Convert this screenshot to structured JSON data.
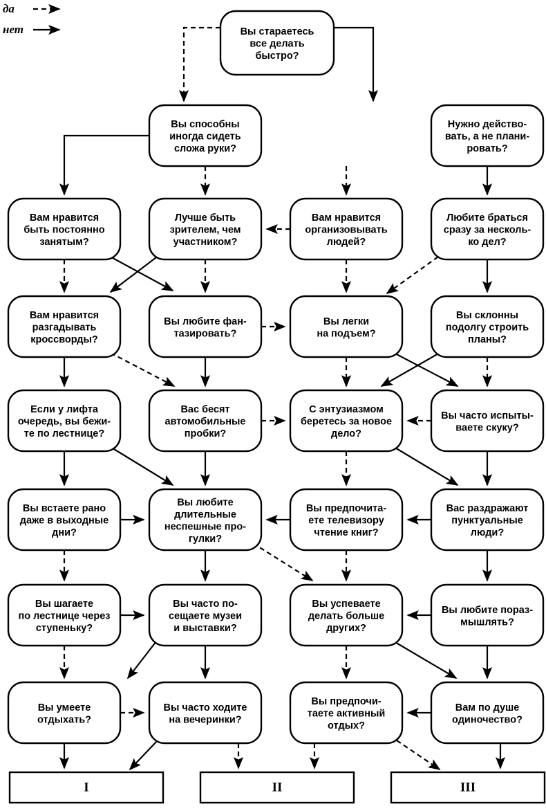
{
  "legend": {
    "yes": {
      "label": "да",
      "style": "dashed-arrow"
    },
    "no": {
      "label": "нет",
      "style": "solid-arrow"
    }
  },
  "chart_data": {
    "type": "diagram",
    "subtype": "flowchart-decision-tree",
    "title": "",
    "legend": [
      {
        "key": "yes",
        "label": "да",
        "line": "dashed"
      },
      {
        "key": "no",
        "label": "нет",
        "line": "solid"
      }
    ],
    "nodes": [
      {
        "id": "n0",
        "row": 1,
        "col": 2,
        "lines": [
          "Вы стараетесь",
          "все делать",
          "быстро?"
        ]
      },
      {
        "id": "n1",
        "row": 2,
        "col": 1,
        "lines": [
          "Вы способны",
          "иногда сидеть",
          "сложа руки?"
        ]
      },
      {
        "id": "n2",
        "row": 2,
        "col": 3,
        "lines": [
          "Нужно действо-",
          "вать, а не плани-",
          "ровать?"
        ]
      },
      {
        "id": "n3",
        "row": 3,
        "col": 0,
        "lines": [
          "Вам нравится",
          "быть постоянно",
          "занятым?"
        ]
      },
      {
        "id": "n4",
        "row": 3,
        "col": 1,
        "lines": [
          "Лучше быть",
          "зрителем, чем",
          "участником?"
        ]
      },
      {
        "id": "n5",
        "row": 3,
        "col": 2,
        "lines": [
          "Вам нравится",
          "организовывать",
          "людей?"
        ]
      },
      {
        "id": "n6",
        "row": 3,
        "col": 3,
        "lines": [
          "Любите браться",
          "сразу за несколь-",
          "ко дел?"
        ]
      },
      {
        "id": "n7",
        "row": 4,
        "col": 0,
        "lines": [
          "Вам нравится",
          "разгадывать",
          "кроссворды?"
        ]
      },
      {
        "id": "n8",
        "row": 4,
        "col": 1,
        "lines": [
          "Вы любите фан-",
          "тазировать?"
        ]
      },
      {
        "id": "n9",
        "row": 4,
        "col": 2,
        "lines": [
          "Вы легки",
          "на подъем?"
        ]
      },
      {
        "id": "n10",
        "row": 4,
        "col": 3,
        "lines": [
          "Вы склонны",
          "подолгу строить",
          "планы?"
        ]
      },
      {
        "id": "n11",
        "row": 5,
        "col": 0,
        "lines": [
          "Если у лифта",
          "очередь, вы бежи-",
          "те по лестнице?"
        ]
      },
      {
        "id": "n12",
        "row": 5,
        "col": 1,
        "lines": [
          "Вас бесят",
          "автомобильные",
          "пробки?"
        ]
      },
      {
        "id": "n13",
        "row": 5,
        "col": 2,
        "lines": [
          "С энтузиазмом",
          "беретесь за новое",
          "дело?"
        ]
      },
      {
        "id": "n14",
        "row": 5,
        "col": 3,
        "lines": [
          "Вы часто испыты-",
          "ваете скуку?"
        ]
      },
      {
        "id": "n15",
        "row": 6,
        "col": 0,
        "lines": [
          "Вы встаете рано",
          "даже в выходные",
          "дни?"
        ]
      },
      {
        "id": "n16",
        "row": 6,
        "col": 1,
        "lines": [
          "Вы любите",
          "длительные",
          "неспешные про-",
          "гулки?"
        ]
      },
      {
        "id": "n17",
        "row": 6,
        "col": 2,
        "lines": [
          "Вы предпочита-",
          "ете телевизору",
          "чтение книг?"
        ]
      },
      {
        "id": "n18",
        "row": 6,
        "col": 3,
        "lines": [
          "Вас раздражают",
          "пунктуальные",
          "люди?"
        ]
      },
      {
        "id": "n19",
        "row": 7,
        "col": 0,
        "lines": [
          "Вы шагаете",
          "по лестнице через",
          "ступеньку?"
        ]
      },
      {
        "id": "n20",
        "row": 7,
        "col": 1,
        "lines": [
          "Вы часто по-",
          "сещаете музеи",
          "и выставки?"
        ]
      },
      {
        "id": "n21",
        "row": 7,
        "col": 2,
        "lines": [
          "Вы успеваете",
          "делать больше",
          "других?"
        ]
      },
      {
        "id": "n22",
        "row": 7,
        "col": 3,
        "lines": [
          "Вы любите пораз-",
          "мышлять?"
        ]
      },
      {
        "id": "n23",
        "row": 8,
        "col": 0,
        "lines": [
          "Вы умеете",
          "отдыхать?"
        ]
      },
      {
        "id": "n24",
        "row": 8,
        "col": 1,
        "lines": [
          "Вы часто ходите",
          "на вечеринки?"
        ]
      },
      {
        "id": "n25",
        "row": 8,
        "col": 2,
        "lines": [
          "Вы предпочи-",
          "таете активный",
          "отдых?"
        ]
      },
      {
        "id": "n26",
        "row": 8,
        "col": 3,
        "lines": [
          "Вам по душе",
          "одиночество?"
        ]
      }
    ],
    "results": [
      {
        "id": "r1",
        "label": "I"
      },
      {
        "id": "r2",
        "label": "II"
      },
      {
        "id": "r3",
        "label": "III"
      }
    ],
    "edges": [
      {
        "from": "n0",
        "to": "n1",
        "type": "yes"
      },
      {
        "from": "n0",
        "to": "n2",
        "type": "no"
      },
      {
        "from": "n1",
        "to": "n3",
        "type": "no"
      },
      {
        "from": "n1",
        "to": "n4",
        "type": "yes"
      },
      {
        "from": "n2",
        "to": "n5",
        "type": "yes"
      },
      {
        "from": "n2",
        "to": "n6",
        "type": "no"
      },
      {
        "from": "n5",
        "to": "n4",
        "type": "yes"
      },
      {
        "from": "n3",
        "to": "n7",
        "type": "yes"
      },
      {
        "from": "n3",
        "to": "n8",
        "type": "no"
      },
      {
        "from": "n4",
        "to": "n7",
        "type": "no"
      },
      {
        "from": "n4",
        "to": "n8",
        "type": "yes"
      },
      {
        "from": "n5",
        "to": "n9",
        "type": "yes"
      },
      {
        "from": "n6",
        "to": "n9",
        "type": "yes"
      },
      {
        "from": "n6",
        "to": "n10",
        "type": "no"
      },
      {
        "from": "n7",
        "to": "n11",
        "type": "no"
      },
      {
        "from": "n7",
        "to": "n12",
        "type": "yes"
      },
      {
        "from": "n8",
        "to": "n12",
        "type": "no"
      },
      {
        "from": "n8",
        "to": "n9",
        "type": "yes"
      },
      {
        "from": "n9",
        "to": "n13",
        "type": "yes"
      },
      {
        "from": "n9",
        "to": "n14",
        "type": "no"
      },
      {
        "from": "n10",
        "to": "n13",
        "type": "no"
      },
      {
        "from": "n10",
        "to": "n14",
        "type": "yes"
      },
      {
        "from": "n14",
        "to": "n13",
        "type": "yes"
      },
      {
        "from": "n11",
        "to": "n15",
        "type": "no"
      },
      {
        "from": "n11",
        "to": "n16",
        "type": "no"
      },
      {
        "from": "n12",
        "to": "n16",
        "type": "no"
      },
      {
        "from": "n12",
        "to": "n17",
        "type": "yes"
      },
      {
        "from": "n13",
        "to": "n17",
        "type": "yes"
      },
      {
        "from": "n13",
        "to": "n18",
        "type": "no"
      },
      {
        "from": "n14",
        "to": "n18",
        "type": "no"
      },
      {
        "from": "n15",
        "to": "n16",
        "type": "no"
      },
      {
        "from": "n15",
        "to": "n19",
        "type": "yes"
      },
      {
        "from": "n16",
        "to": "n20",
        "type": "no"
      },
      {
        "from": "n16",
        "to": "n21",
        "type": "yes"
      },
      {
        "from": "n17",
        "to": "n16",
        "type": "no"
      },
      {
        "from": "n17",
        "to": "n21",
        "type": "yes"
      },
      {
        "from": "n18",
        "to": "n22",
        "type": "no"
      },
      {
        "from": "n19",
        "to": "n20",
        "type": "no"
      },
      {
        "from": "n19",
        "to": "n23",
        "type": "yes"
      },
      {
        "from": "n20",
        "to": "n24",
        "type": "no"
      },
      {
        "from": "n20",
        "to": "n23",
        "type": "no"
      },
      {
        "from": "n21",
        "to": "n25",
        "type": "yes"
      },
      {
        "from": "n21",
        "to": "n26",
        "type": "no"
      },
      {
        "from": "n22",
        "to": "n21",
        "type": "no"
      },
      {
        "from": "n22",
        "to": "n26",
        "type": "no"
      },
      {
        "from": "n23",
        "to": "r1",
        "type": "no"
      },
      {
        "from": "n23",
        "to": "n24",
        "type": "yes"
      },
      {
        "from": "n24",
        "to": "r1",
        "type": "no"
      },
      {
        "from": "n24",
        "to": "r2",
        "type": "yes"
      },
      {
        "from": "n25",
        "to": "r2",
        "type": "yes"
      },
      {
        "from": "n25",
        "to": "r3",
        "type": "yes"
      },
      {
        "from": "n26",
        "to": "n25",
        "type": "no"
      },
      {
        "from": "n26",
        "to": "r3",
        "type": "no"
      }
    ]
  },
  "colors": {
    "stroke": "#000000",
    "fill": "#ffffff",
    "background": "#ffffff"
  }
}
